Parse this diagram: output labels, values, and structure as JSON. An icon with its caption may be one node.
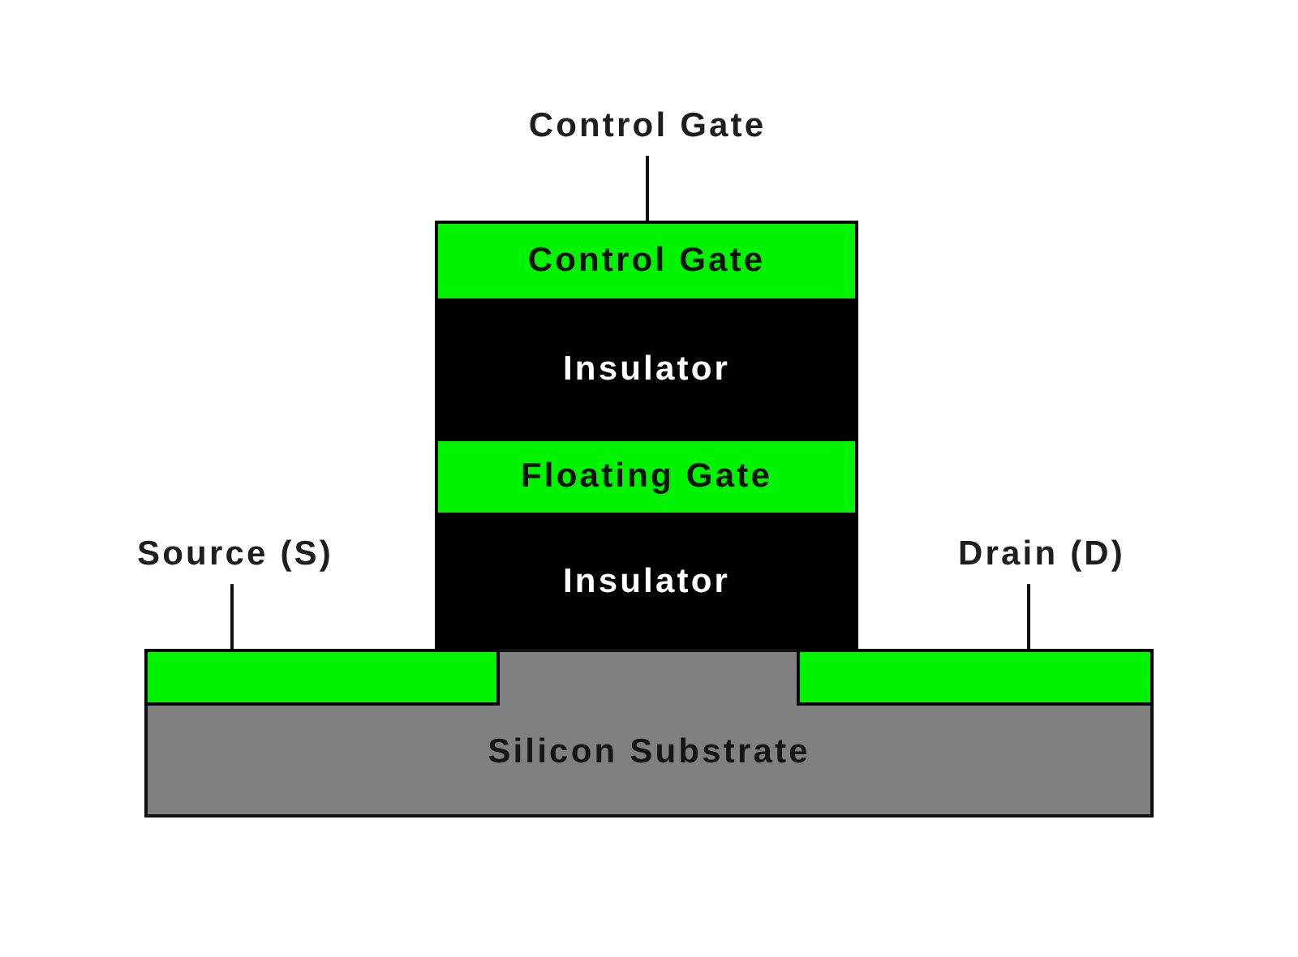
{
  "diagram": {
    "nodes": [
      {
        "text": [
          "Control Gate"
        ]
      },
      {
        "text": [
          "Control Gate"
        ]
      },
      {
        "text": [
          "Insulator"
        ]
      },
      {
        "text": [
          "Floating Gate"
        ]
      },
      {
        "text": [
          "Source (S)"
        ]
      },
      {
        "text": [
          "Insulator"
        ]
      },
      {
        "text": [
          "Drain (D)"
        ]
      },
      {
        "text": [
          "Silicon Substrate"
        ]
      },
      {
        "text": [],
        "shape": "box",
        "in": 7
      },
      {
        "text": [],
        "shape": "box",
        "in": 7
      }
    ],
    "edges": [
      {
        "from": 0,
        "to": 1,
        "arrow": "none"
      },
      {
        "from": 4,
        "to": 8,
        "arrow": "none"
      },
      {
        "from": 6,
        "to": 9,
        "arrow": "none"
      }
    ]
  }
}
